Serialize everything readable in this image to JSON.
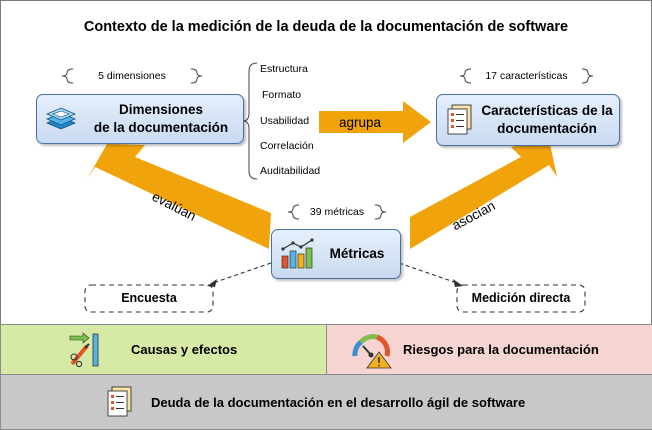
{
  "title": "Contexto de la medición de la deuda de la documentación de software",
  "dimensions": {
    "note": "5 dimensiones",
    "label_line1": "Dimensiones",
    "label_line2": "de la documentación",
    "items": [
      "Estructura",
      "Formato",
      "Usabilidad",
      "Correlación",
      "Auditabilidad"
    ]
  },
  "characteristics": {
    "note": "17 características",
    "label_line1": "Características de la",
    "label_line2": "documentación"
  },
  "metrics": {
    "note": "39 métricas",
    "label": "Métricas"
  },
  "arrows": {
    "groups": "agrupa",
    "evaluate": "evalúan",
    "associate": "asocian"
  },
  "methods": {
    "survey": "Encuesta",
    "direct": "Medición directa"
  },
  "bands": {
    "causes": "Causas y efectos",
    "risks": "Riesgos para la documentación",
    "footer": "Deuda de la documentación en el desarrollo ágil de software"
  },
  "colors": {
    "box_fill": "#d4e2f5",
    "box_border": "#4a6fa5",
    "arrow": "#f0a30a",
    "causes_band": "#d6eaa6",
    "risks_band": "#f6d4d2",
    "footer_band": "#c8c8c8"
  },
  "icons": [
    "layers-icon",
    "document-checklist-icon",
    "bar-chart-icon",
    "tools-icon",
    "gauge-warning-icon"
  ]
}
